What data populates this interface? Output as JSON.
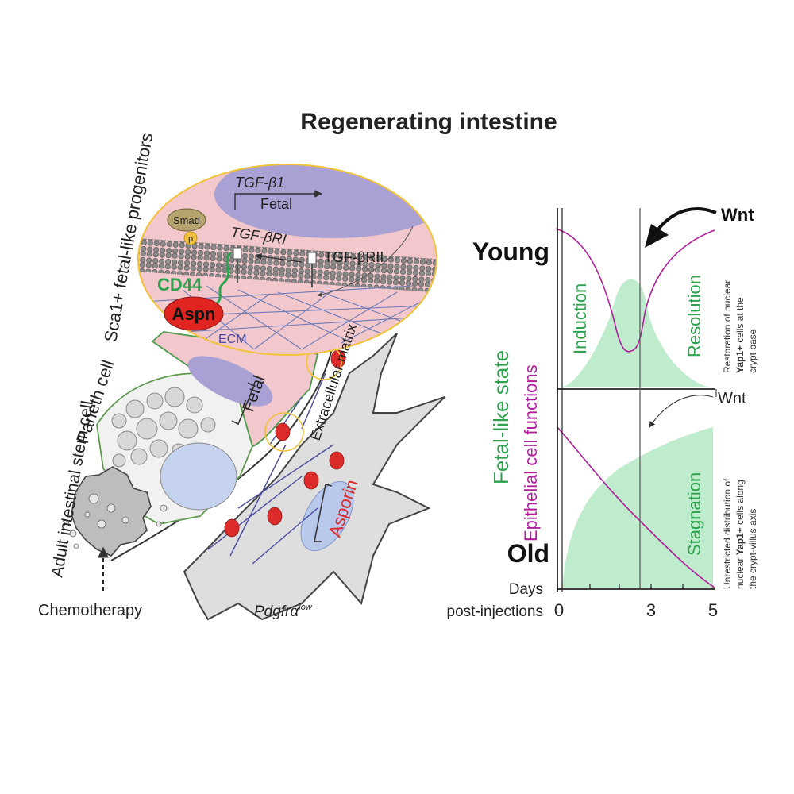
{
  "title": "Regenerating intestine",
  "colors": {
    "pink": "#f2c8cc",
    "purple": "#a9a1d4",
    "green_text": "#2ea24e",
    "green_fill": "#bfeccd",
    "magenta": "#b0209c",
    "red_cell": "#dd2a2a",
    "gray_cell": "#dcdcdc",
    "blue_nucleus": "#c6d3ef",
    "yellow_outline": "#f2c23a"
  },
  "left": {
    "progenitors_label": "Sca1+ fetal-like progenitors",
    "tgf_b1": "TGF-β1",
    "fetal_gene": "Fetal",
    "smad": "Smad",
    "phospho": "p",
    "tgf_bri": "TGF-βRI",
    "tgf_brii": "TGF-βRII",
    "cd44": "CD44",
    "aspn": "Aspn",
    "ecm": "ECM",
    "paneth": "Paneth cell",
    "fetal_cell": "Fetal",
    "extracellular_matrix": "Extracellular matrix",
    "stem_cell": "Adult intestinal stem cell",
    "asporin": "Asporin",
    "chemotherapy": "Chemotherapy",
    "pdgfra": "Pdgfrα",
    "pdgfra_sup": "low"
  },
  "right": {
    "young": "Young",
    "old": "Old",
    "fetal_like_state": "Fetal-like state",
    "epithelial": "Epithelial cell functions",
    "induction": "Induction",
    "resolution": "Resolution",
    "stagnation": "Stagnation",
    "wnt_top": "Wnt",
    "wnt_bottom": "Wnt",
    "days": "Days",
    "post_injections": "post-injections",
    "tick_0": "0",
    "tick_3": "3",
    "tick_5": "5",
    "note_top_1": "Restoration of nuclear",
    "note_top_2_bold": "Yap1+",
    "note_top_2_rest": " cells at the",
    "note_top_3": "crypt base",
    "note_bottom_1": "Unrestricted distribution of",
    "note_bottom_2_pre": "nuclear ",
    "note_bottom_2_bold": "Yap1+",
    "note_bottom_2_rest": " cells along",
    "note_bottom_3": "the crypt-villus axis"
  }
}
